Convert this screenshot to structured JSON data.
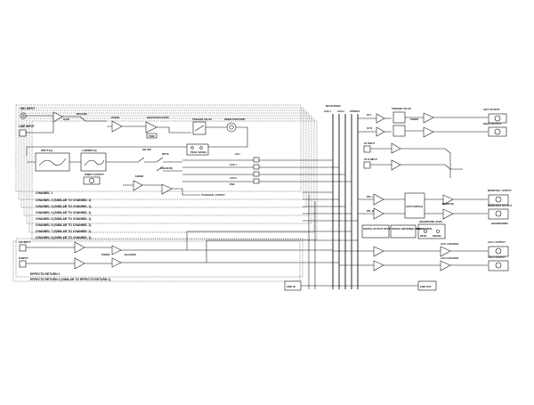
{
  "channel": {
    "mic_input": "MIC INPUT",
    "line_input": "LINE INPUT",
    "gain": "GAIN",
    "mic_line": "MIC/LINE",
    "phase": "PHASE",
    "hpf": "HIGH PASS FILTER",
    "trim": "TRIM",
    "trigger_value": "TRIGGER VALUE",
    "insertion_point": "INSERTION POINT",
    "input_eq": "INPUT EQ",
    "lowmid_eq": "LOW/MID EQ",
    "direct_output": "DIRECT OUTPUT",
    "on_off": "ON OFF",
    "mute": "MUTE",
    "sub_mute": "SUB MUTE",
    "ch_label": "CH L",
    "fader": "FADER",
    "peak_signal": "PEAK SIGNAL",
    "aux1": "AUX 1",
    "aux2": "AUX 2",
    "pan": "PAN",
    "to_digital_output": "TO DIGITAL OUTPUT"
  },
  "channels": [
    "CHANNEL 1",
    "CHANNEL 2 (SIMILAR TO CHANNEL 1)",
    "CHANNEL 3 (SIMILAR TO CHANNEL 1)",
    "CHANNEL 4 (SIMILAR TO CHANNEL 1)",
    "CHANNEL 5 (SIMILAR TO CHANNEL 1)",
    "CHANNEL 6 (SIMILAR TO CHANNEL 1)",
    "CHANNEL 7 (SIMILAR TO CHANNEL 1)",
    "CHANNEL 8 (SIMILAR TO CHANNEL 1)"
  ],
  "returns": {
    "l_input": "L/R INPUT",
    "r_input": "R INPUT",
    "fader": "FADER",
    "balance": "BALANCE",
    "return1": "EFFECTS RETURN 1",
    "return2": "EFFECTS RETURN 2 (SIMILAR TO EFFECTS RETURN 1)"
  },
  "buses": {
    "mix_busses": "MIX BUSSES",
    "aux1": "AUX 1",
    "aux2": "AUX 2",
    "stereo": "STEREO"
  },
  "master": {
    "st_l": "ST L",
    "st_r": "ST R",
    "trigger_value": "TRIGGER VALUE",
    "fader": "FADER",
    "left_output": "LEFT OUTPUT",
    "right_output": "RIGHT OUTPUT",
    "st_input": "ST INPUT",
    "st_r_input": "ST R INPUT",
    "digital_output": "DIGITAL OUTPUT OPTION (STEREO OR 8 CHANNEL)",
    "digital_metering": "DIGITAL METERING AND CONTROL",
    "auto_switch": "AUTO SWITCH",
    "headphones": "HEADPHONES",
    "monitor": "MONITOR",
    "monitor1_out": "MONITOR L OUTPUT",
    "monitor2_out": "MONITOR R OUTPUT",
    "aux1_master": "AUX 1 MASTER",
    "aux2_master": "AUX 2 MASTER",
    "aux1_out": "AUX 1 OUTPUT",
    "aux2_out": "AUX 2 OUTPUT",
    "link_in": "LINK IN",
    "link_out": "LINK OUT",
    "headphone_level": "HEADPHONE LEVEL",
    "peak": "PEAK",
    "signal": "SIGNAL",
    "pfl_l": "PFL L",
    "pfl_r": "PFL R"
  },
  "colors": {
    "ink": "#111111",
    "paper": "#ffffff"
  }
}
